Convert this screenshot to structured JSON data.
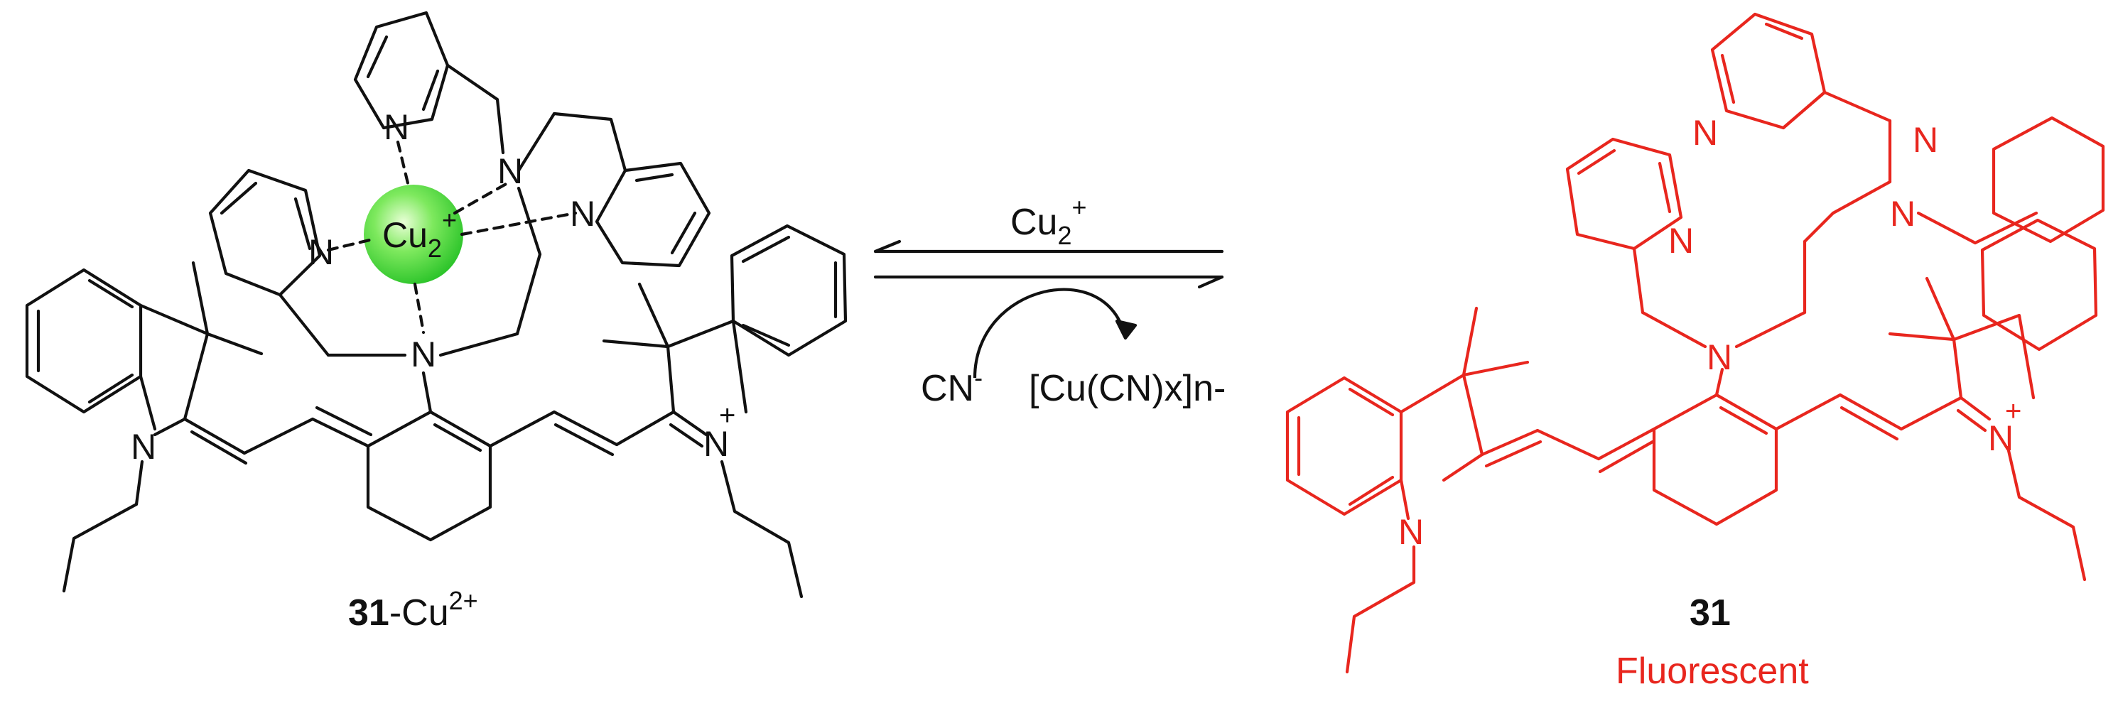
{
  "left_molecule": {
    "label_bold": "31",
    "label_rest": "-Cu",
    "label_sup": "2+",
    "metal_main": "Cu",
    "metal_sub": "2",
    "metal_sup": "+",
    "atom_N": "N",
    "charge_plus": "+",
    "sphere_color": "#45d93d"
  },
  "right_molecule": {
    "label_bold": "31",
    "caption": "Fluorescent",
    "atom_N": "N",
    "charge_plus": "+",
    "color": "#e8261e"
  },
  "reaction": {
    "top_main": "Cu",
    "top_sub": "2",
    "top_sup": "+",
    "reagent_in_main": "CN",
    "reagent_in_sup": "-",
    "product_out": "[Cu(CN)x]n-"
  }
}
